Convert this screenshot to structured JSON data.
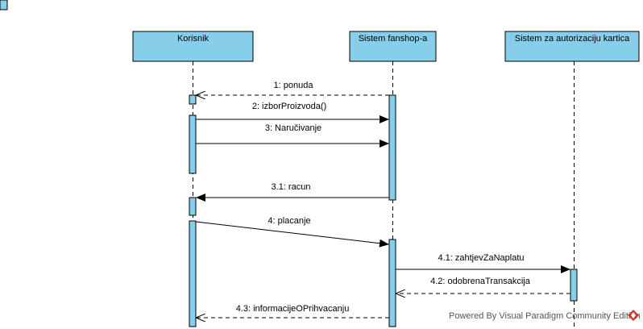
{
  "diagram": {
    "lifelines": [
      {
        "id": "korisnik",
        "label": "Korisnik"
      },
      {
        "id": "fanshop",
        "label": "Sistem fanshop-a"
      },
      {
        "id": "auth",
        "label": "Sistem za autorizaciju kartica"
      }
    ],
    "messages": [
      {
        "label": "1: ponuda",
        "from": "fanshop",
        "to": "korisnik",
        "type": "return"
      },
      {
        "label": "2: izborProizvoda()",
        "from": "korisnik",
        "to": "fanshop",
        "type": "sync"
      },
      {
        "label": "3: Naručivanje",
        "from": "korisnik",
        "to": "fanshop",
        "type": "sync"
      },
      {
        "label": "3.1: racun",
        "from": "fanshop",
        "to": "korisnik",
        "type": "sync"
      },
      {
        "label": "4: placanje",
        "from": "korisnik",
        "to": "fanshop",
        "type": "sync"
      },
      {
        "label": "4.1: zahtjevZaNaplatu",
        "from": "fanshop",
        "to": "auth",
        "type": "sync"
      },
      {
        "label": "4.2: odobrenaTransakcija",
        "from": "auth",
        "to": "fanshop",
        "type": "return"
      },
      {
        "label": "4.3: informacijeOPrihvacanju",
        "from": "fanshop",
        "to": "korisnik",
        "type": "return"
      }
    ],
    "colors": {
      "lifeline_fill": "#87ceeb",
      "stroke": "#000000",
      "watermark_logo": "#c0392b"
    }
  },
  "watermark": {
    "text": "Powered By  Visual Paradigm Community Edition"
  }
}
